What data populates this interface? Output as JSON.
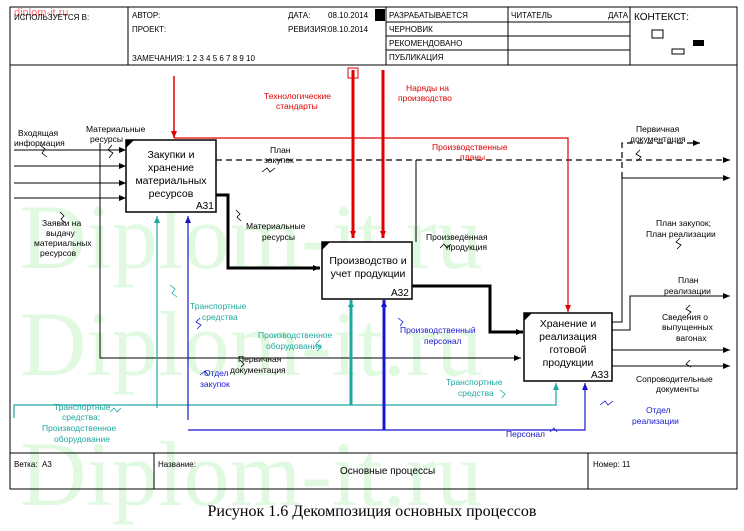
{
  "watermark_corner": "diplom-it.ru",
  "watermark_big": "Diplom-it.ru",
  "header": {
    "used_at": "ИСПОЛЬЗУЕТСЯ В:",
    "author_label": "АВТОР:",
    "project_label": "ПРОЕКТ:",
    "notes_label": "ЗАМЕЧАНИЯ:",
    "notes_numbers": "1 2 3 4 5 6 7 8 9 10",
    "date_label": "ДАТА:",
    "date_value": "08.10.2014",
    "revision_label": "РЕВИЗИЯ:",
    "revision_value": "08.10.2014",
    "status_working": "РАЗРАБАТЫВАЕТСЯ",
    "status_draft": "ЧЕРНОВИК",
    "status_recommended": "РЕКОМЕНДОВАНО",
    "status_publication": "ПУБЛИКАЦИЯ",
    "reader_label": "ЧИТАТЕЛЬ",
    "reader_date_label": "ДАТА",
    "context_label": "КОНТЕКСТ:"
  },
  "boxes": {
    "a31": {
      "label_line1": "Закупки и",
      "label_line2": "хранение",
      "label_line3": "материальных",
      "label_line4": "ресурсов",
      "id": "А31"
    },
    "a32": {
      "label_line1": "Производство и",
      "label_line2": "учет продукции",
      "id": "А32"
    },
    "a33": {
      "label_line1": "Хранение и",
      "label_line2": "реализация",
      "label_line3": "готовой",
      "label_line4": "продукции",
      "id": "А33"
    }
  },
  "labels": {
    "input_info_1": "Входящая",
    "input_info_2": "информация",
    "mat_res_in_1": "Материальные",
    "mat_res_in_2": "ресурсы",
    "requests_1": "Заявки на",
    "requests_2": "выдачу",
    "requests_3": "материальных",
    "requests_4": "ресурсов",
    "tech_std_1": "Технологические",
    "tech_std_2": "стандарты",
    "orders_1": "Наряды на",
    "orders_2": "производство",
    "prod_plans_1": "Производственные",
    "prod_plans_2": "планы",
    "purchase_plan_1": "План",
    "purchase_plan_2": "закупок",
    "primary_doc_out_1": "Первичная",
    "primary_doc_out_2": "документация",
    "mat_res_mid_1": "Материальные",
    "mat_res_mid_2": "ресурсы",
    "produced_1": "Произведённая",
    "produced_2": "продукция",
    "plan_purchase_realiz_1": "План закупок;",
    "plan_purchase_realiz_2": "План реализации",
    "plan_realiz_1": "План",
    "plan_realiz_2": "реализации",
    "shipped_1": "Сведения о",
    "shipped_2": "выпущенных",
    "shipped_3": "вагонах",
    "transport_1_1": "Транспортные",
    "transport_1_2": "средства",
    "prod_equip_1": "Производственное",
    "prod_equip_2": "оборудование",
    "prod_staff_1": "Производственный",
    "prod_staff_2": "персонал",
    "primary_doc_mid_1": "Первичная",
    "primary_doc_mid_2": "документация",
    "purchase_dept_1": "Отдел",
    "purchase_dept_2": "закупок",
    "accompany_1": "Сопроводительные",
    "accompany_2": "документы",
    "transport_2_1": "Транспортные",
    "transport_2_2": "средства",
    "transport_equip_1": "Транспортные",
    "transport_equip_2": "средства;",
    "transport_equip_3": "Производственное",
    "transport_equip_4": "оборудование",
    "sales_dept_1": "Отдел",
    "sales_dept_2": "реализации",
    "staff": "Персонал"
  },
  "footer": {
    "node_label": "Ветка:",
    "node_value": "А3",
    "title_label": "Название:",
    "title_value": "Основные процессы",
    "number_label": "Номер:",
    "number_value": "11"
  },
  "caption": "Рисунок 1.6 Декомпозиция основных процессов",
  "colors": {
    "red": "#e00000",
    "teal": "#20a8a0",
    "blue": "#1818d0",
    "black": "#000000",
    "watermark": "#c8f5c8"
  }
}
